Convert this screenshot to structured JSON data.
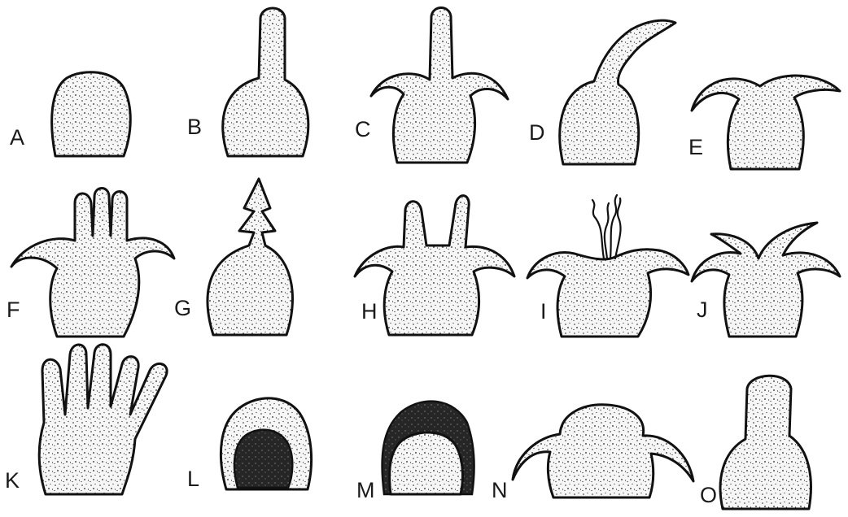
{
  "figure": {
    "panels": [
      {
        "id": "A",
        "label": "A"
      },
      {
        "id": "B",
        "label": "B"
      },
      {
        "id": "C",
        "label": "C"
      },
      {
        "id": "D",
        "label": "D"
      },
      {
        "id": "E",
        "label": "E"
      },
      {
        "id": "F",
        "label": "F"
      },
      {
        "id": "G",
        "label": "G"
      },
      {
        "id": "H",
        "label": "H"
      },
      {
        "id": "I",
        "label": "I"
      },
      {
        "id": "J",
        "label": "J"
      },
      {
        "id": "K",
        "label": "K"
      },
      {
        "id": "L",
        "label": "L"
      },
      {
        "id": "M",
        "label": "M"
      },
      {
        "id": "N",
        "label": "N"
      },
      {
        "id": "O",
        "label": "O"
      }
    ],
    "colors": {
      "ink": "#111111",
      "stipple_bg": "#f4f4f4",
      "dark_fill": "#2a2a2a"
    }
  }
}
